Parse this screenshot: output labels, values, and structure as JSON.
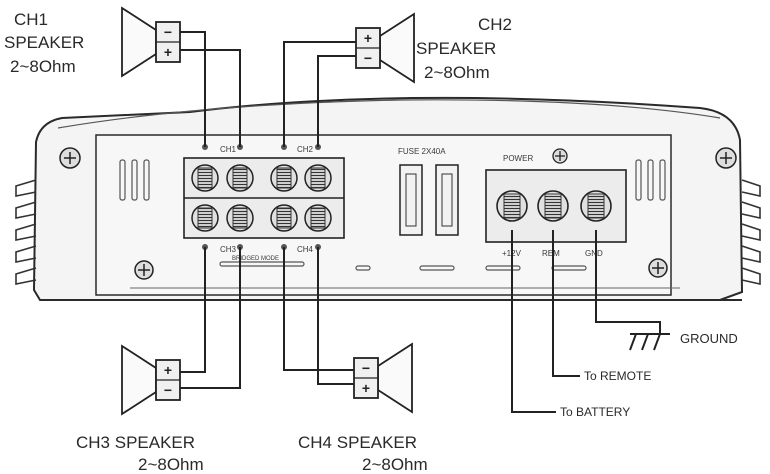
{
  "speakers": {
    "ch1": {
      "name": "CH1",
      "word": "SPEAKER",
      "impedance": "2~8Ohm"
    },
    "ch2": {
      "name": "CH2",
      "word": "SPEAKER",
      "impedance": "2~8Ohm"
    },
    "ch3": {
      "name": "CH3 SPEAKER",
      "impedance": "2~8Ohm"
    },
    "ch4": {
      "name": "CH4 SPEAKER",
      "impedance": "2~8Ohm"
    }
  },
  "panel": {
    "ch1_tag": "CH1",
    "ch2_tag": "CH2",
    "ch3_tag": "CH3",
    "ch4_tag": "CH4",
    "bridged_mode": "BRIDGED MODE",
    "fuse": "FUSE 2X40A",
    "power": "POWER",
    "plus12v": "+12V",
    "rem": "REM",
    "gnd": "GND"
  },
  "wiring": {
    "ground": "GROUND",
    "remote": "To REMOTE",
    "battery": "To BATTERY"
  },
  "polarity": {
    "plus": "+",
    "minus": "−"
  }
}
